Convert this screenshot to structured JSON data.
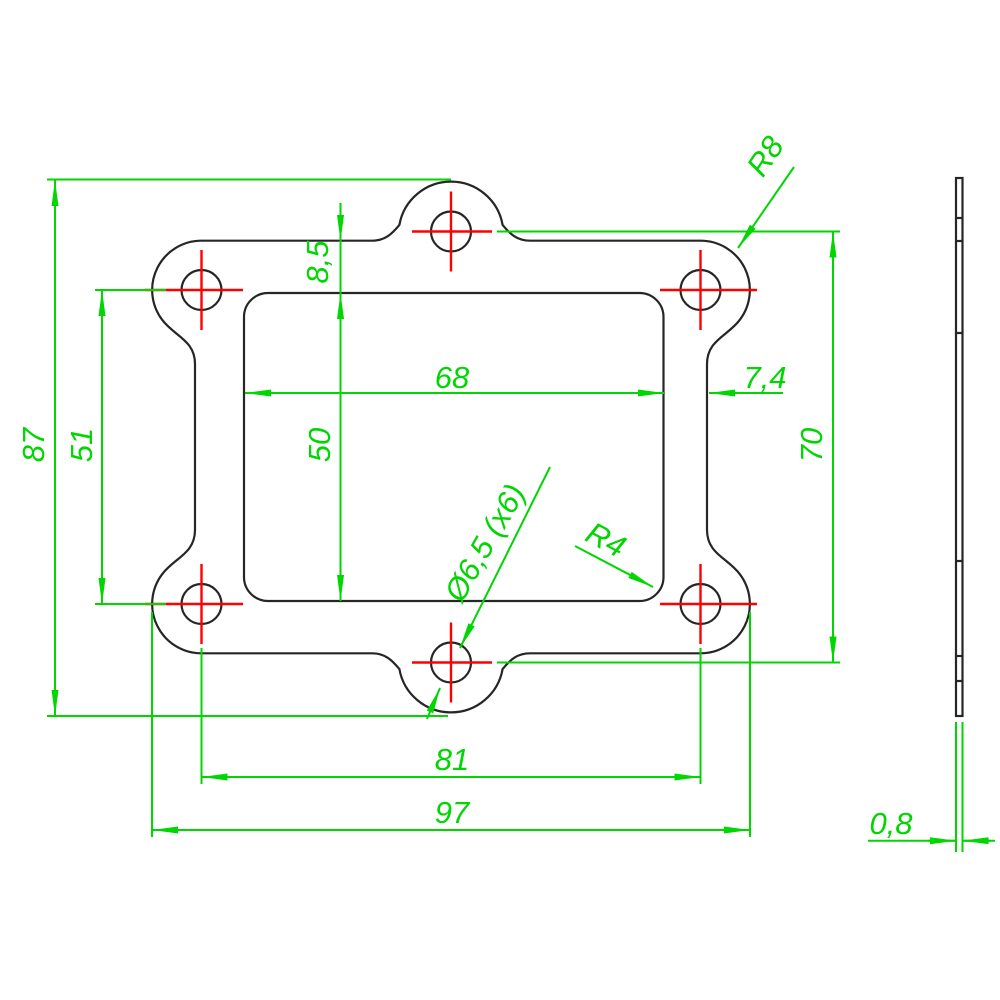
{
  "drawing": {
    "kind": "technical-drawing-gasket-plate",
    "views": [
      "front",
      "side"
    ],
    "colors": {
      "outline": "#262626",
      "dimension": "#00d600",
      "centerline": "#ff0000",
      "background": "#ffffff"
    },
    "front_view": {
      "outer_width": "97",
      "outer_height": "87",
      "hole_spacing_x": "81",
      "hole_spacing_y": "51",
      "middle_hole_spacing": "70",
      "top_edge_offset": "8,5",
      "inner_width": "68",
      "inner_height": "50",
      "side_margin": "7,4",
      "corner_radius": "R8",
      "inner_corner_radius": "R4",
      "hole_diameter": "Ø6,5 (x6)",
      "hole_count": 6
    },
    "side_view": {
      "thickness": "0,8"
    }
  }
}
